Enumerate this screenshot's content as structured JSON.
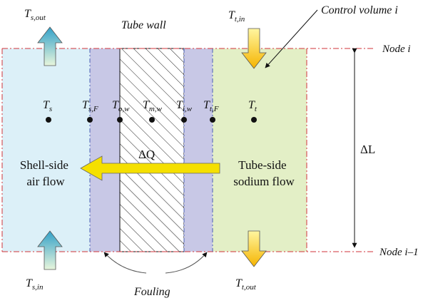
{
  "title": "",
  "labels": {
    "tube_wall": "Tube wall",
    "control_volume": "Control volume i",
    "node_top": "Node i",
    "node_bottom": "Node i–1",
    "delta_l": "ΔL",
    "delta_q": "ΔQ",
    "fouling": "Fouling",
    "shell_flow_line1": "Shell-side",
    "shell_flow_line2": "air flow",
    "tube_flow_line1": "Tube-side",
    "tube_flow_line2": "sodium flow"
  },
  "temperatures": {
    "s_out": {
      "base": "T",
      "sub": "s,out"
    },
    "s_in": {
      "base": "T",
      "sub": "s,in"
    },
    "t_in": {
      "base": "T",
      "sub": "t,in"
    },
    "t_out": {
      "base": "T",
      "sub": "t,out"
    },
    "points": [
      {
        "base": "T",
        "sub": "s"
      },
      {
        "base": "T",
        "sub": "s,F"
      },
      {
        "base": "T",
        "sub": "o,w"
      },
      {
        "base": "T",
        "sub": "m,w"
      },
      {
        "base": "T",
        "sub": "i,w"
      },
      {
        "base": "T",
        "sub": "t,F"
      },
      {
        "base": "T",
        "sub": "t"
      }
    ]
  },
  "colors": {
    "shell_region": "#dcf0f8",
    "fouling_region": "#c8c8e6",
    "tube_region": "#e3efc6",
    "boundary_line": "#d0333a",
    "shell_arrow": "#3aa6c6",
    "tube_arrow": "#f5d800",
    "heat_arrow": "#f5e000"
  }
}
